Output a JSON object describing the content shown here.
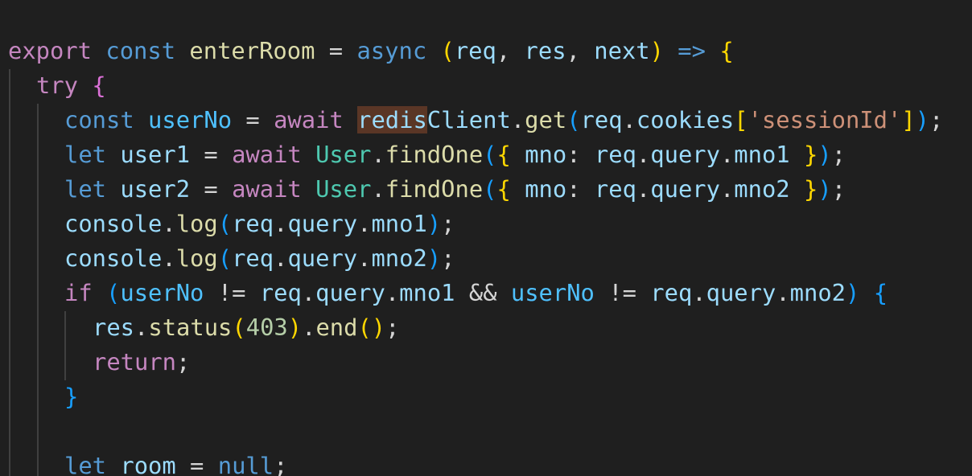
{
  "editor": {
    "background": "#1f1f1f",
    "lines": [
      {
        "indent": 0,
        "tokens": [
          {
            "t": "export",
            "c": "#c586c0"
          },
          {
            "t": " ",
            "c": "#cccccc"
          },
          {
            "t": "const",
            "c": "#569cd6"
          },
          {
            "t": " ",
            "c": "#cccccc"
          },
          {
            "t": "enterRoom",
            "c": "#dcdcaa"
          },
          {
            "t": " = ",
            "c": "#d4d4d4"
          },
          {
            "t": "async",
            "c": "#569cd6"
          },
          {
            "t": " ",
            "c": "#cccccc"
          },
          {
            "t": "(",
            "c": "#ffd700"
          },
          {
            "t": "req",
            "c": "#9cdcfe"
          },
          {
            "t": ", ",
            "c": "#d4d4d4"
          },
          {
            "t": "res",
            "c": "#9cdcfe"
          },
          {
            "t": ", ",
            "c": "#d4d4d4"
          },
          {
            "t": "next",
            "c": "#9cdcfe"
          },
          {
            "t": ")",
            "c": "#ffd700"
          },
          {
            "t": " ",
            "c": "#cccccc"
          },
          {
            "t": "=>",
            "c": "#569cd6"
          },
          {
            "t": " ",
            "c": "#cccccc"
          },
          {
            "t": "{",
            "c": "#ffd700"
          }
        ]
      },
      {
        "indent": 1,
        "tokens": [
          {
            "t": "try",
            "c": "#c586c0"
          },
          {
            "t": " ",
            "c": "#cccccc"
          },
          {
            "t": "{",
            "c": "#da70d6"
          }
        ]
      },
      {
        "indent": 2,
        "tokens": [
          {
            "t": "const",
            "c": "#569cd6"
          },
          {
            "t": " ",
            "c": "#cccccc"
          },
          {
            "t": "userNo",
            "c": "#4fc1ff"
          },
          {
            "t": " = ",
            "c": "#d4d4d4"
          },
          {
            "t": "await",
            "c": "#c586c0"
          },
          {
            "t": " ",
            "c": "#cccccc"
          },
          {
            "t": "redis",
            "c": "#9cdcfe",
            "hl": true
          },
          {
            "t": "Client",
            "c": "#9cdcfe"
          },
          {
            "t": ".",
            "c": "#d4d4d4"
          },
          {
            "t": "get",
            "c": "#dcdcaa"
          },
          {
            "t": "(",
            "c": "#179fff"
          },
          {
            "t": "req",
            "c": "#9cdcfe"
          },
          {
            "t": ".",
            "c": "#d4d4d4"
          },
          {
            "t": "cookies",
            "c": "#9cdcfe"
          },
          {
            "t": "[",
            "c": "#ffd700"
          },
          {
            "t": "'sessionId'",
            "c": "#ce9178"
          },
          {
            "t": "]",
            "c": "#ffd700"
          },
          {
            "t": ")",
            "c": "#179fff"
          },
          {
            "t": ";",
            "c": "#d4d4d4"
          }
        ]
      },
      {
        "indent": 2,
        "tokens": [
          {
            "t": "let",
            "c": "#569cd6"
          },
          {
            "t": " ",
            "c": "#cccccc"
          },
          {
            "t": "user1",
            "c": "#9cdcfe"
          },
          {
            "t": " = ",
            "c": "#d4d4d4"
          },
          {
            "t": "await",
            "c": "#c586c0"
          },
          {
            "t": " ",
            "c": "#cccccc"
          },
          {
            "t": "User",
            "c": "#4ec9b0"
          },
          {
            "t": ".",
            "c": "#d4d4d4"
          },
          {
            "t": "findOne",
            "c": "#dcdcaa"
          },
          {
            "t": "(",
            "c": "#179fff"
          },
          {
            "t": "{",
            "c": "#ffd700"
          },
          {
            "t": " ",
            "c": "#cccccc"
          },
          {
            "t": "mno",
            "c": "#9cdcfe"
          },
          {
            "t": ": ",
            "c": "#d4d4d4"
          },
          {
            "t": "req",
            "c": "#9cdcfe"
          },
          {
            "t": ".",
            "c": "#d4d4d4"
          },
          {
            "t": "query",
            "c": "#9cdcfe"
          },
          {
            "t": ".",
            "c": "#d4d4d4"
          },
          {
            "t": "mno1",
            "c": "#9cdcfe"
          },
          {
            "t": " ",
            "c": "#cccccc"
          },
          {
            "t": "}",
            "c": "#ffd700"
          },
          {
            "t": ")",
            "c": "#179fff"
          },
          {
            "t": ";",
            "c": "#d4d4d4"
          }
        ]
      },
      {
        "indent": 2,
        "tokens": [
          {
            "t": "let",
            "c": "#569cd6"
          },
          {
            "t": " ",
            "c": "#cccccc"
          },
          {
            "t": "user2",
            "c": "#9cdcfe"
          },
          {
            "t": " = ",
            "c": "#d4d4d4"
          },
          {
            "t": "await",
            "c": "#c586c0"
          },
          {
            "t": " ",
            "c": "#cccccc"
          },
          {
            "t": "User",
            "c": "#4ec9b0"
          },
          {
            "t": ".",
            "c": "#d4d4d4"
          },
          {
            "t": "findOne",
            "c": "#dcdcaa"
          },
          {
            "t": "(",
            "c": "#179fff"
          },
          {
            "t": "{",
            "c": "#ffd700"
          },
          {
            "t": " ",
            "c": "#cccccc"
          },
          {
            "t": "mno",
            "c": "#9cdcfe"
          },
          {
            "t": ": ",
            "c": "#d4d4d4"
          },
          {
            "t": "req",
            "c": "#9cdcfe"
          },
          {
            "t": ".",
            "c": "#d4d4d4"
          },
          {
            "t": "query",
            "c": "#9cdcfe"
          },
          {
            "t": ".",
            "c": "#d4d4d4"
          },
          {
            "t": "mno2",
            "c": "#9cdcfe"
          },
          {
            "t": " ",
            "c": "#cccccc"
          },
          {
            "t": "}",
            "c": "#ffd700"
          },
          {
            "t": ")",
            "c": "#179fff"
          },
          {
            "t": ";",
            "c": "#d4d4d4"
          }
        ]
      },
      {
        "indent": 2,
        "tokens": [
          {
            "t": "console",
            "c": "#9cdcfe"
          },
          {
            "t": ".",
            "c": "#d4d4d4"
          },
          {
            "t": "log",
            "c": "#dcdcaa"
          },
          {
            "t": "(",
            "c": "#179fff"
          },
          {
            "t": "req",
            "c": "#9cdcfe"
          },
          {
            "t": ".",
            "c": "#d4d4d4"
          },
          {
            "t": "query",
            "c": "#9cdcfe"
          },
          {
            "t": ".",
            "c": "#d4d4d4"
          },
          {
            "t": "mno1",
            "c": "#9cdcfe"
          },
          {
            "t": ")",
            "c": "#179fff"
          },
          {
            "t": ";",
            "c": "#d4d4d4"
          }
        ]
      },
      {
        "indent": 2,
        "tokens": [
          {
            "t": "console",
            "c": "#9cdcfe"
          },
          {
            "t": ".",
            "c": "#d4d4d4"
          },
          {
            "t": "log",
            "c": "#dcdcaa"
          },
          {
            "t": "(",
            "c": "#179fff"
          },
          {
            "t": "req",
            "c": "#9cdcfe"
          },
          {
            "t": ".",
            "c": "#d4d4d4"
          },
          {
            "t": "query",
            "c": "#9cdcfe"
          },
          {
            "t": ".",
            "c": "#d4d4d4"
          },
          {
            "t": "mno2",
            "c": "#9cdcfe"
          },
          {
            "t": ")",
            "c": "#179fff"
          },
          {
            "t": ";",
            "c": "#d4d4d4"
          }
        ]
      },
      {
        "indent": 2,
        "tokens": [
          {
            "t": "if",
            "c": "#c586c0"
          },
          {
            "t": " ",
            "c": "#cccccc"
          },
          {
            "t": "(",
            "c": "#179fff"
          },
          {
            "t": "userNo",
            "c": "#4fc1ff"
          },
          {
            "t": " != ",
            "c": "#d4d4d4"
          },
          {
            "t": "req",
            "c": "#9cdcfe"
          },
          {
            "t": ".",
            "c": "#d4d4d4"
          },
          {
            "t": "query",
            "c": "#9cdcfe"
          },
          {
            "t": ".",
            "c": "#d4d4d4"
          },
          {
            "t": "mno1",
            "c": "#9cdcfe"
          },
          {
            "t": " && ",
            "c": "#d4d4d4"
          },
          {
            "t": "userNo",
            "c": "#4fc1ff"
          },
          {
            "t": " != ",
            "c": "#d4d4d4"
          },
          {
            "t": "req",
            "c": "#9cdcfe"
          },
          {
            "t": ".",
            "c": "#d4d4d4"
          },
          {
            "t": "query",
            "c": "#9cdcfe"
          },
          {
            "t": ".",
            "c": "#d4d4d4"
          },
          {
            "t": "mno2",
            "c": "#9cdcfe"
          },
          {
            "t": ")",
            "c": "#179fff"
          },
          {
            "t": " ",
            "c": "#cccccc"
          },
          {
            "t": "{",
            "c": "#179fff"
          }
        ]
      },
      {
        "indent": 3,
        "tokens": [
          {
            "t": "res",
            "c": "#9cdcfe"
          },
          {
            "t": ".",
            "c": "#d4d4d4"
          },
          {
            "t": "status",
            "c": "#dcdcaa"
          },
          {
            "t": "(",
            "c": "#ffd700"
          },
          {
            "t": "403",
            "c": "#b5cea8"
          },
          {
            "t": ")",
            "c": "#ffd700"
          },
          {
            "t": ".",
            "c": "#d4d4d4"
          },
          {
            "t": "end",
            "c": "#dcdcaa"
          },
          {
            "t": "()",
            "c": "#ffd700"
          },
          {
            "t": ";",
            "c": "#d4d4d4"
          }
        ]
      },
      {
        "indent": 3,
        "tokens": [
          {
            "t": "return",
            "c": "#c586c0"
          },
          {
            "t": ";",
            "c": "#d4d4d4"
          }
        ]
      },
      {
        "indent": 2,
        "tokens": [
          {
            "t": "}",
            "c": "#179fff"
          }
        ]
      },
      {
        "indent": 2,
        "tokens": []
      },
      {
        "indent": 2,
        "tokens": [
          {
            "t": "let",
            "c": "#569cd6"
          },
          {
            "t": " ",
            "c": "#cccccc"
          },
          {
            "t": "room",
            "c": "#9cdcfe"
          },
          {
            "t": " = ",
            "c": "#d4d4d4"
          },
          {
            "t": "null",
            "c": "#569cd6"
          },
          {
            "t": ";",
            "c": "#d4d4d4"
          }
        ]
      }
    ]
  }
}
